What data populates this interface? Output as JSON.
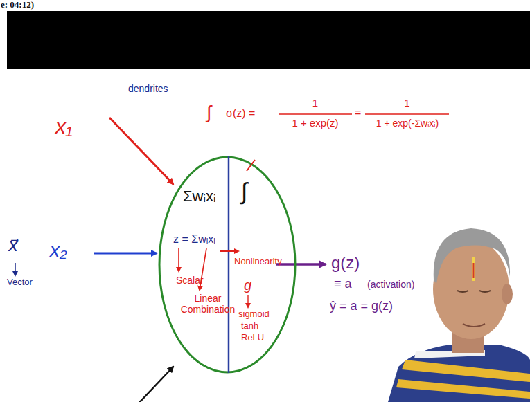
{
  "diagram": {
    "nodes": [
      {
        "text": [
          "Σwᵢxᵢ",
          "z = Σwᵢxᵢ",
          "Scalar",
          "Linear Combination",
          "∫",
          "Nonlinearity",
          "g",
          "sigmoid",
          "tanh",
          "ReLU"
        ]
      }
    ],
    "labels": [
      "e: 04:12)",
      "dendrites",
      "∫",
      "σ(z) =",
      "1",
      "1 + exp(z)",
      "=",
      "1",
      "1 + exp(-Σwᵢxᵢ)",
      "x₁",
      "x⃗",
      "Vector",
      "x₂",
      "g(z)",
      "≡ a",
      "(activation)",
      "ŷ = a = g(z)"
    ]
  }
}
